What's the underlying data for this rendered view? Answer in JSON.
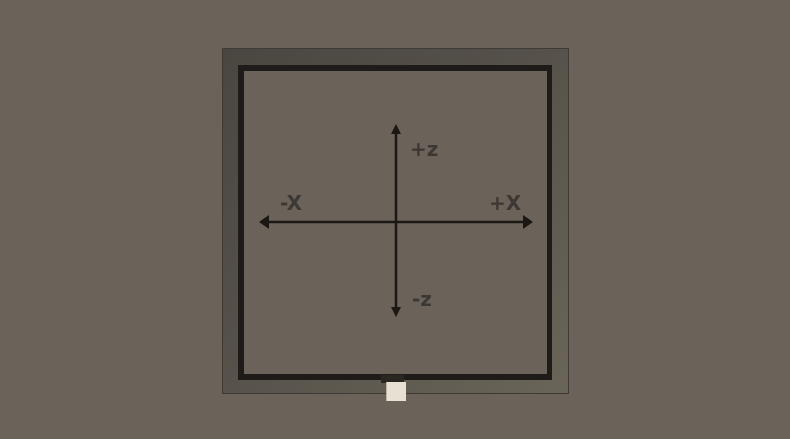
{
  "axes": {
    "plus_z": "+z",
    "minus_z": "-z",
    "minus_x": "-X",
    "plus_x": "+X"
  },
  "colors": {
    "background": "#6b625a",
    "wall": "#1e1b18",
    "axis_line": "#1a1714",
    "label": "#3c3833",
    "player": "#e8e0d2"
  }
}
